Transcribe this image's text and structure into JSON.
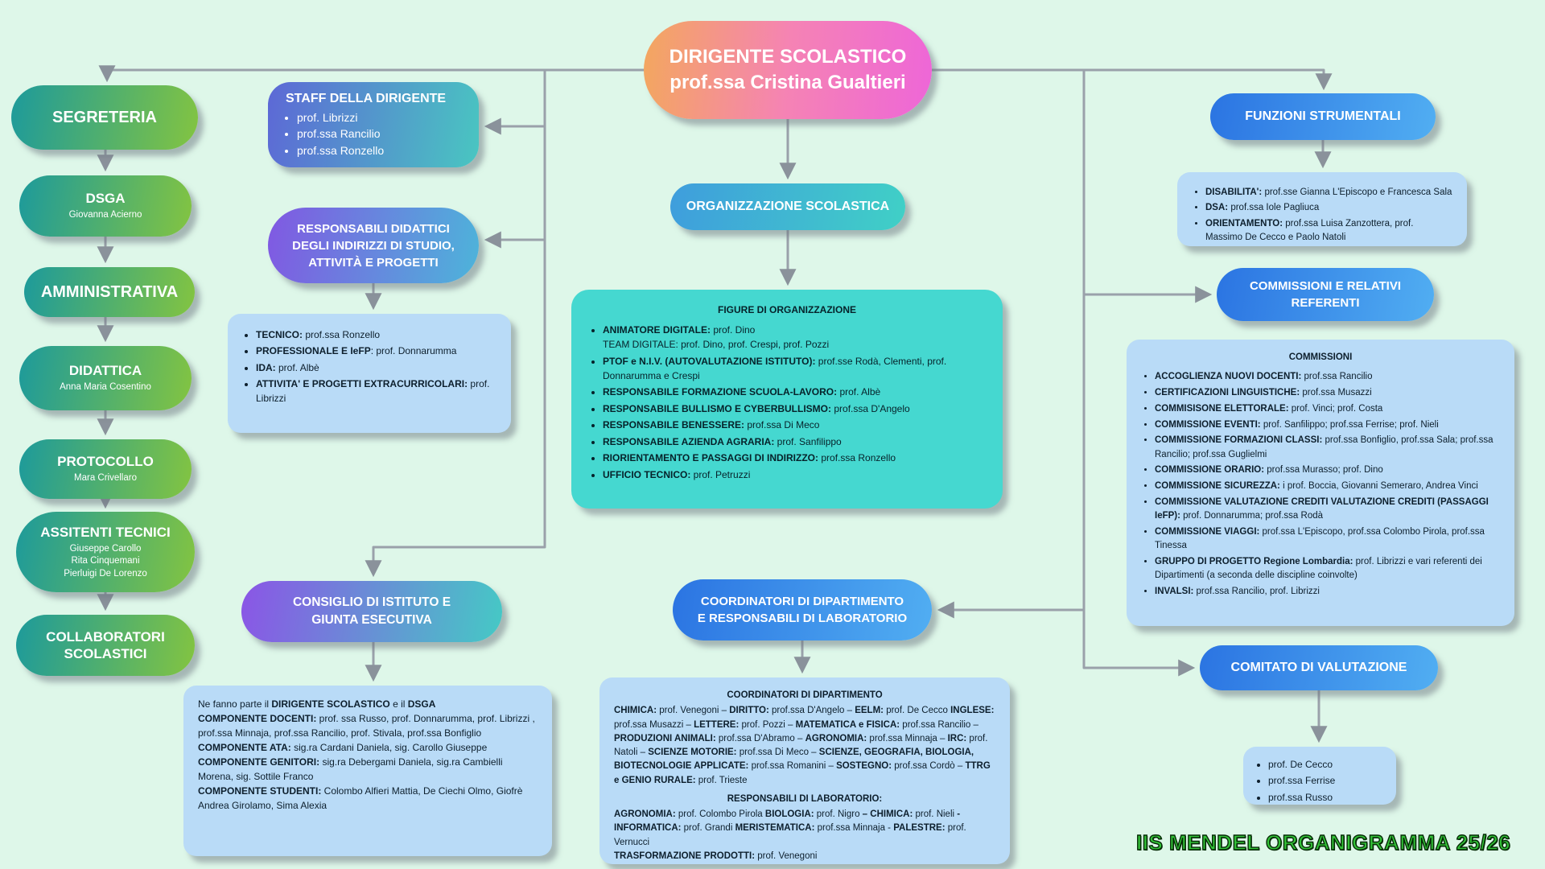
{
  "colors": {
    "background": "#def7e9",
    "arrow": "#9aa1aa",
    "left_pill_gradient": [
      "#1d9a9b",
      "#83c441"
    ],
    "dirigente_gradient": [
      "#f3a75e",
      "#f583b4",
      "#ee66d8"
    ],
    "staff_gradient": [
      "#5d68d6",
      "#49c6c1"
    ],
    "purple_gradient": [
      "#8158e2",
      "#4db4da"
    ],
    "blue_gradient": [
      "#2b74e2",
      "#51aef2"
    ],
    "teal_panel": "#45d8d0",
    "light_panel": "#b9dbf7",
    "footer_green": "#32c137"
  },
  "dirigente": {
    "title": "DIRIGENTE SCOLASTICO",
    "subtitle": "prof.ssa Cristina Gualtieri"
  },
  "left_chain": [
    {
      "title": "SEGRETERIA",
      "names": []
    },
    {
      "title": "DSGA",
      "names": [
        "Giovanna Acierno"
      ]
    },
    {
      "title": "AMMINISTRATIVA",
      "names": []
    },
    {
      "title": "DIDATTICA",
      "names": [
        "Anna Maria Cosentino"
      ]
    },
    {
      "title": "PROTOCOLLO",
      "names": [
        "Mara Crivellaro"
      ]
    },
    {
      "title": "ASSITENTI TECNICI",
      "names": [
        "Giuseppe Carollo",
        "Rita Cinquemani",
        "Pierluigi De Lorenzo"
      ]
    },
    {
      "title": "COLLABORATORI SCOLASTICI",
      "names": []
    }
  ],
  "staff": {
    "title": "STAFF DELLA DIRIGENTE",
    "members": [
      "prof. Librizzi",
      "prof.ssa Rancilio",
      "prof.ssa Ronzello"
    ]
  },
  "responsabili": {
    "title_lines": [
      "RESPONSABILI DIDATTICI",
      "DEGLI INDIRIZZI DI STUDIO,",
      "ATTIVITÀ E PROGETTI"
    ],
    "items": [
      [
        {
          "b": "TECNICO:"
        },
        {
          "t": " prof.ssa Ronzello"
        }
      ],
      [
        {
          "b": "PROFESSIONALE E IeFP"
        },
        {
          "t": ": prof. Donnarumma"
        }
      ],
      [
        {
          "b": "IDA:"
        },
        {
          "t": " prof. Albè"
        }
      ],
      [
        {
          "b": "ATTIVITA' E PROGETTI EXTRACURRICOLARI:"
        },
        {
          "t": " prof. Librizzi"
        }
      ]
    ]
  },
  "organizzazione": {
    "title": "ORGANIZZAZIONE SCOLASTICA",
    "panel_title": "FIGURE DI ORGANIZZAZIONE",
    "items": [
      [
        {
          "b": "ANIMATORE DIGITALE:"
        },
        {
          "t": " prof. Dino"
        },
        {
          "br": true
        },
        {
          "t": "TEAM DIGITALE: prof. Dino, prof. Crespi, prof. Pozzi"
        }
      ],
      [
        {
          "b": "PTOF e N.I.V. (AUTOVALUTAZIONE ISTITUTO):"
        },
        {
          "t": " prof.sse Rodà, Clementi, prof. Donnarumma e Crespi"
        }
      ],
      [
        {
          "b": "RESPONSABILE FORMAZIONE SCUOLA-LAVORO:"
        },
        {
          "t": " prof. Albè"
        }
      ],
      [
        {
          "b": "RESPONSABILE BULLISMO E CYBERBULLISMO:"
        },
        {
          "t": " prof.ssa D'Angelo"
        }
      ],
      [
        {
          "b": "RESPONSABILE BENESSERE:"
        },
        {
          "t": " prof.ssa Di Meco"
        }
      ],
      [
        {
          "b": "RESPONSABILE AZIENDA AGRARIA:"
        },
        {
          "t": " prof. Sanfilippo"
        }
      ],
      [
        {
          "b": "RIORIENTAMENTO E PASSAGGI DI INDIRIZZO:"
        },
        {
          "t": " prof.ssa Ronzello"
        }
      ],
      [
        {
          "b": "UFFICIO TECNICO:"
        },
        {
          "t": " prof. Petruzzi"
        }
      ]
    ]
  },
  "consiglio": {
    "title_lines": [
      "CONSIGLIO DI ISTITUTO E",
      "GIUNTA ESECUTIVA"
    ],
    "lines": [
      [
        {
          "t": "Ne fanno parte il "
        },
        {
          "b": "DIRIGENTE SCOLASTICO"
        },
        {
          "t": " e il "
        },
        {
          "b": "DSGA"
        }
      ],
      [
        {
          "b": "COMPONENTE DOCENTI:"
        },
        {
          "t": " prof. ssa Russo, prof. Donnarumma, prof. Librizzi , prof.ssa Minnaja, prof.ssa Rancilio, prof. Stivala, prof.ssa Bonfiglio"
        }
      ],
      [
        {
          "b": "COMPONENTE ATA:"
        },
        {
          "t": " sig.ra Cardani Daniela, sig. Carollo Giuseppe"
        }
      ],
      [
        {
          "b": "COMPONENTE GENITORI:"
        },
        {
          "t": " sig.ra Debergami Daniela, sig.ra Cambielli Morena, sig. Sottile Franco"
        }
      ],
      [
        {
          "b": "COMPONENTE STUDENTI:"
        },
        {
          "t": " Colombo Alfieri Mattia, De Ciechi Olmo, Giofrè Andrea Girolamo, Sima Alexia"
        }
      ]
    ]
  },
  "coordinatori": {
    "title_lines": [
      "COORDINATORI DI DIPARTIMENTO",
      "E RESPONSABILI DI LABORATORIO"
    ],
    "panel": {
      "heading1": "COORDINATORI DI DIPARTIMENTO",
      "body1": [
        {
          "b": "CHIMICA:"
        },
        {
          "t": " prof. Venegoni – "
        },
        {
          "b": "DIRITTO:"
        },
        {
          "t": " prof.ssa D'Angelo – "
        },
        {
          "b": "EELM:"
        },
        {
          "t": " prof. De Cecco "
        },
        {
          "b": "INGLESE:"
        },
        {
          "t": " prof.ssa Musazzi – "
        },
        {
          "b": "LETTERE:"
        },
        {
          "t": " prof. Pozzi – "
        },
        {
          "b": "MATEMATICA e FISICA:"
        },
        {
          "t": " prof.ssa Rancilio – "
        },
        {
          "b": "PRODUZIONI ANIMALI:"
        },
        {
          "t": " prof.ssa D'Abramo – "
        },
        {
          "b": "AGRONOMIA:"
        },
        {
          "t": " prof.ssa Minnaja – "
        },
        {
          "b": "IRC:"
        },
        {
          "t": " prof. Natoli – "
        },
        {
          "b": "SCIENZE MOTORIE:"
        },
        {
          "t": " prof.ssa Di Meco – "
        },
        {
          "b": "SCIENZE, GEOGRAFIA, BIOLOGIA, BIOTECNOLOGIE APPLICATE:"
        },
        {
          "t": " prof.ssa Romanini – "
        },
        {
          "b": "SOSTEGNO:"
        },
        {
          "t": " prof.ssa Cordò – "
        },
        {
          "b": "TTRG e GENIO RURALE:"
        },
        {
          "t": " prof. Trieste"
        }
      ],
      "heading2": "RESPONSABILI DI LABORATORIO:",
      "body2": [
        {
          "b": "AGRONOMIA:"
        },
        {
          "t": " prof. Colombo Pirola "
        },
        {
          "b": "BIOLOGIA:"
        },
        {
          "t": " prof. Nigro "
        },
        {
          "b": "– CHIMICA:"
        },
        {
          "t": " prof. Nieli "
        },
        {
          "b": "- INFORMATICA:"
        },
        {
          "t": " prof. Grandi "
        },
        {
          "b": "MERISTEMATICA:"
        },
        {
          "t": " prof.ssa Minnaja - "
        },
        {
          "b": "PALESTRE:"
        },
        {
          "t": " prof. Vernucci"
        },
        {
          "br": true
        },
        {
          "b": "TRASFORMAZIONE PRODOTTI:"
        },
        {
          "t": " prof. Venegoni"
        }
      ]
    }
  },
  "funzioni": {
    "title": "FUNZIONI STRUMENTALI",
    "items": [
      [
        {
          "b": "DISABILITA':"
        },
        {
          "t": " prof.sse Gianna L'Episcopo e Francesca Sala"
        }
      ],
      [
        {
          "b": "DSA:"
        },
        {
          "t": " prof.ssa Iole Pagliuca"
        }
      ],
      [
        {
          "b": "ORIENTAMENTO:"
        },
        {
          "t": " prof.ssa Luisa Zanzottera, prof. Massimo De Cecco e Paolo Natoli"
        }
      ]
    ]
  },
  "commissioni": {
    "title_lines": [
      "COMMISSIONI E RELATIVI",
      "REFERENTI"
    ],
    "panel_title": "COMMISSIONI",
    "items": [
      [
        {
          "b": "ACCOGLIENZA NUOVI DOCENTI:"
        },
        {
          "t": " prof.ssa Rancilio"
        }
      ],
      [
        {
          "b": "CERTIFICAZIONI LINGUISTICHE:"
        },
        {
          "t": " prof.ssa Musazzi"
        }
      ],
      [
        {
          "b": "COMMISISONE ELETTORALE:"
        },
        {
          "t": " prof. Vinci; prof. Costa"
        }
      ],
      [
        {
          "b": "COMMISSIONE EVENTI:"
        },
        {
          "t": " prof. Sanfilippo; prof.ssa Ferrise; prof. Nieli"
        }
      ],
      [
        {
          "b": "COMMISSIONE FORMAZIONI CLASSI:"
        },
        {
          "t": " prof.ssa Bonfiglio, prof.ssa Sala; prof.ssa Rancilio; prof.ssa Guglielmi"
        }
      ],
      [
        {
          "b": "COMMISSIONE ORARIO:"
        },
        {
          "t": " prof.ssa Murasso; prof. Dino"
        }
      ],
      [
        {
          "b": "COMMISSIONE SICUREZZA:"
        },
        {
          "t": " i prof. Boccia, Giovanni Semeraro, Andrea Vinci"
        }
      ],
      [
        {
          "b": "COMMISSIONE VALUTAZIONE CREDITI VALUTAZIONE CREDITI (PASSAGGI IeFP):"
        },
        {
          "t": " prof. Donnarumma; prof.ssa Rodà"
        }
      ],
      [
        {
          "b": "COMMISSIONE VIAGGI:"
        },
        {
          "t": " prof.ssa L'Episcopo, prof.ssa Colombo Pirola, prof.ssa Tinessa"
        }
      ],
      [
        {
          "b": "GRUPPO DI PROGETTO Regione Lombardia:"
        },
        {
          "t": " prof. Librizzi e vari referenti dei Dipartimenti (a seconda delle discipline coinvolte)"
        }
      ],
      [
        {
          "b": "INVALSI:"
        },
        {
          "t": " prof.ssa Rancilio, prof. Librizzi"
        }
      ]
    ]
  },
  "comitato": {
    "title": "COMITATO DI VALUTAZIONE",
    "items": [
      "prof. De Cecco",
      "prof.ssa Ferrise",
      "prof.ssa Russo"
    ]
  },
  "footer": "IIS MENDEL ORGANIGRAMMA 25/26"
}
